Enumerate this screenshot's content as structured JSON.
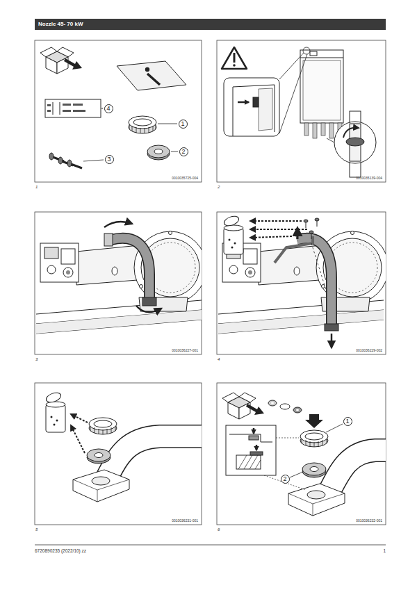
{
  "diagram": {
    "title": "Nozzle 45- 70 kW",
    "labels": [
      "4",
      "1",
      "2",
      "3",
      "0010035725-004",
      "1",
      "0010035139-004",
      "2",
      "0010036227-001",
      "3",
      "0010036229-002",
      "4",
      "0010036231-001",
      "5",
      "1",
      "2",
      "0010036232-001",
      "6",
      "6720890235 (2022/10) zz",
      "1"
    ]
  }
}
